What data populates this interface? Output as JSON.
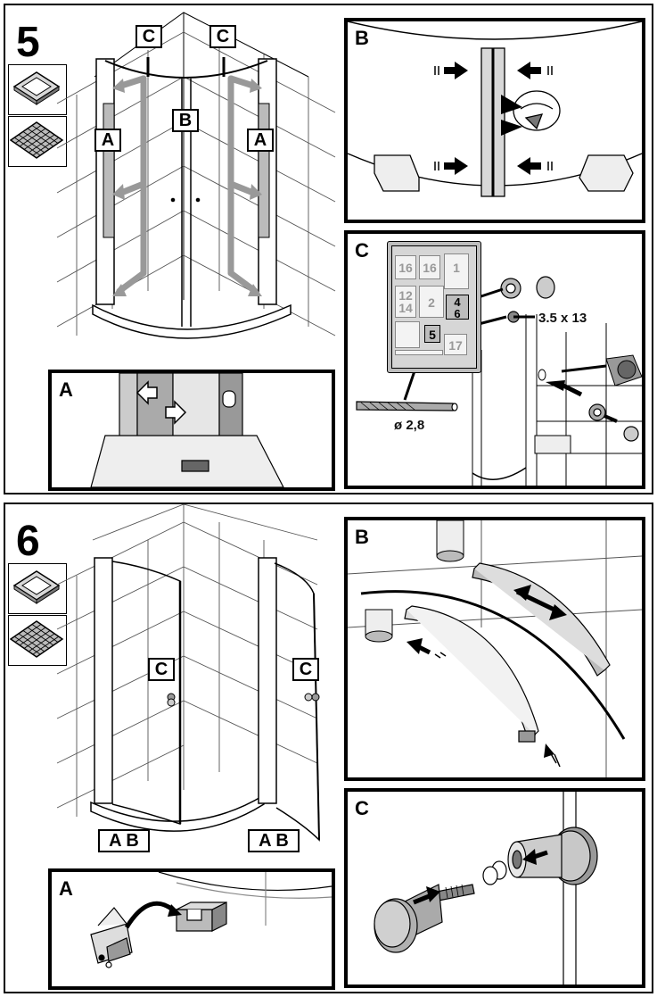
{
  "step5": {
    "number": "5",
    "main_tags": {
      "c_left": "C",
      "c_right": "C",
      "b_center": "B",
      "a_left": "A",
      "a_right": "A"
    },
    "panel_a": {
      "letter": "A"
    },
    "panel_b": {
      "letter": "B"
    },
    "panel_c": {
      "letter": "C",
      "screw_label": "3.5 x 13",
      "drill_label": "ø 2,8",
      "kit_cells": [
        "16",
        "16",
        "1",
        "12\n14",
        "2",
        "4\n6",
        "5",
        "17"
      ]
    }
  },
  "step6": {
    "number": "6",
    "main_tags": {
      "c_left": "C",
      "c_right": "C",
      "ab_left": "A B",
      "ab_right": "A B"
    },
    "panel_a": {
      "letter": "A"
    },
    "panel_b": {
      "letter": "B"
    },
    "panel_c": {
      "letter": "C"
    }
  },
  "icons": [
    "shower-tray-icon",
    "tiled-floor-icon"
  ]
}
